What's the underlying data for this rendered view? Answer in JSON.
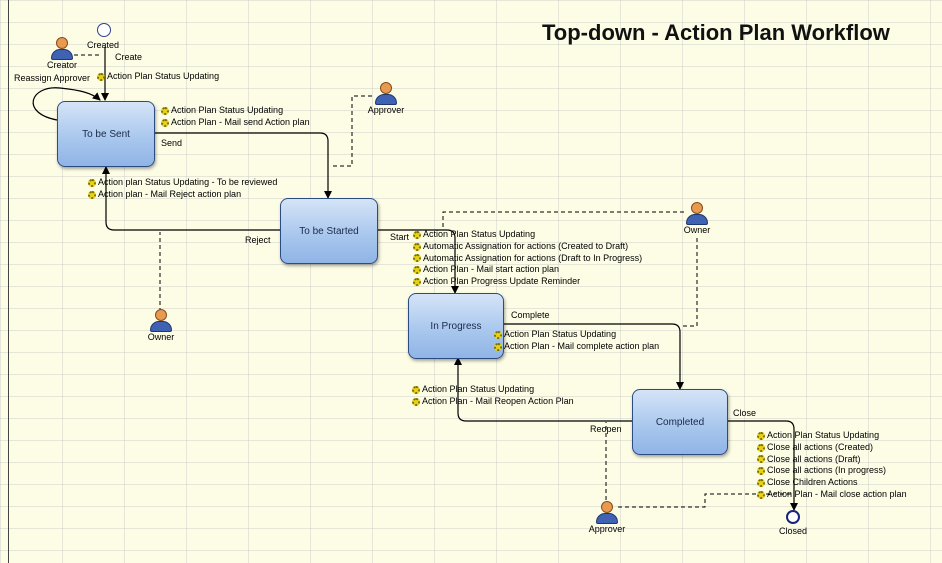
{
  "diagram": {
    "title": "Top-down - Action Plan Workflow",
    "colors": {
      "state_fill": "#aac8ee",
      "state_border": "#2c4b83",
      "canvas_bg": "#fdfde6",
      "gear": "#e7d21a"
    },
    "start_node": {
      "label": "Created"
    },
    "end_node": {
      "label": "Closed"
    },
    "states": {
      "to_be_sent": "To be Sent",
      "to_be_started": "To be Started",
      "in_progress": "In Progress",
      "completed": "Completed"
    },
    "transitions": {
      "create": "Create",
      "reassign": "Reassign Approver",
      "send": "Send",
      "reject": "Reject",
      "start": "Start",
      "complete": "Complete",
      "reopen": "Reopen",
      "close": "Close"
    },
    "actors": {
      "creator": "Creator",
      "approver_top": "Approver",
      "owner_left": "Owner",
      "owner_right": "Owner",
      "approver_bottom": "Approver"
    },
    "action_groups": {
      "create": [
        "Action Plan Status Updating"
      ],
      "send": [
        "Action Plan Status Updating",
        "Action Plan - Mail send Action plan"
      ],
      "reject": [
        "Action plan Status Updating - To be reviewed",
        "Action plan - Mail Reject action plan"
      ],
      "start": [
        "Action Plan Status Updating",
        "Automatic Assignation for actions (Created to Draft)",
        "Automatic Assignation for actions (Draft to In Progress)",
        "Action Plan - Mail start action plan",
        "Action Plan Progress Update Reminder"
      ],
      "complete": [
        "Action Plan Status Updating",
        "Action Plan - Mail complete action plan"
      ],
      "reopen": [
        "Action Plan Status Updating",
        "Action Plan - Mail Reopen Action Plan"
      ],
      "close": [
        "Action Plan Status Updating",
        "Close all actions (Created)",
        "Close all actions (Draft)",
        "Close all actions (In progress)",
        "Close Children Actions",
        "Action Plan - Mail close action plan"
      ]
    }
  }
}
